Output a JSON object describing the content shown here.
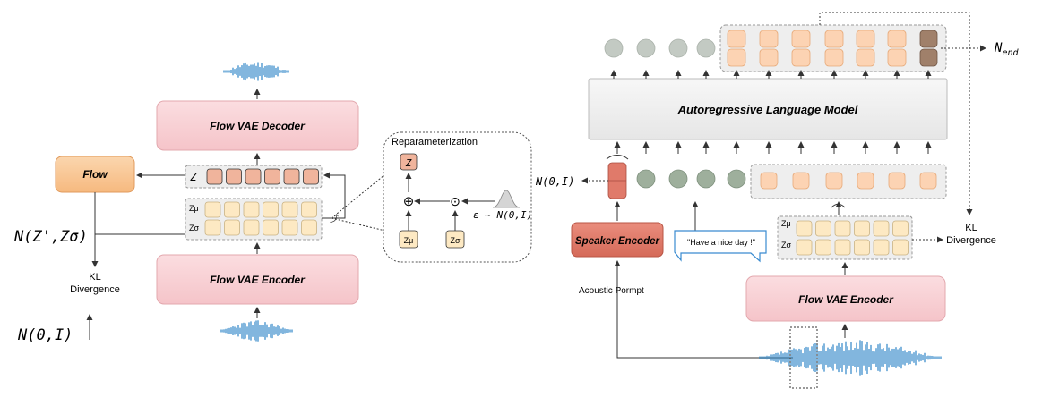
{
  "left": {
    "decoder_label": "Flow VAE Decoder",
    "encoder_label": "Flow VAE Encoder",
    "flow_label": "Flow",
    "z_label": "Z",
    "z_mu_label": "Zμ",
    "z_sigma_label": "Zσ",
    "prior_label": "N(Z',Zσ)",
    "kl_line1": "KL",
    "kl_line2": "Divergence",
    "normal_label": "N(0,I)"
  },
  "reparam": {
    "title": "Reparameterization",
    "z_label": "Z",
    "z_mu_label": "Zμ",
    "z_sigma_label": "Zσ",
    "plus_symbol": "⊕",
    "dot_symbol": "⊙",
    "epsilon_label": "ε ~ N(0,I)"
  },
  "right": {
    "lm_label": "Autoregressive Language Model",
    "speaker_encoder_label": "Speaker Encoder",
    "encoder_label": "Flow VAE Encoder",
    "text_prompt": "\"Have a nice day !\"",
    "acoustic_prompt_label": "Acoustic Pormpt",
    "normal_label": "N(0,I)",
    "n_end_label": "N",
    "n_end_sub": "end",
    "kl_line1": "KL",
    "kl_line2": "Divergence",
    "z_mu_label": "Zμ",
    "z_sigma_label": "Zσ"
  },
  "colors": {
    "pink_box": "#f9d3d6",
    "orange_flow": "#f9c79a",
    "light_orange_token": "#fcd3b3",
    "yellow_token": "#fde9c3",
    "salmon_token": "#f0b49c",
    "speaker_red": "#e07a6a",
    "gray_circle": "#c3cac3",
    "green_circle": "#9eaf9c",
    "brown_end": "#a0806a",
    "waveform_blue": "#2e86c8"
  }
}
